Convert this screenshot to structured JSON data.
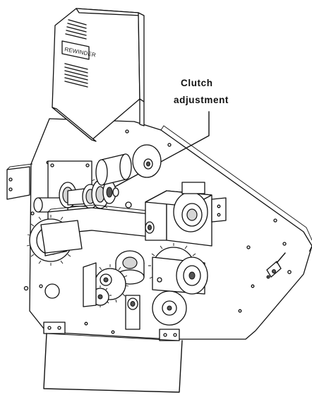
{
  "callout": {
    "line1": "Clutch",
    "line2": "adjustment"
  },
  "housing_label": "REWINDER"
}
